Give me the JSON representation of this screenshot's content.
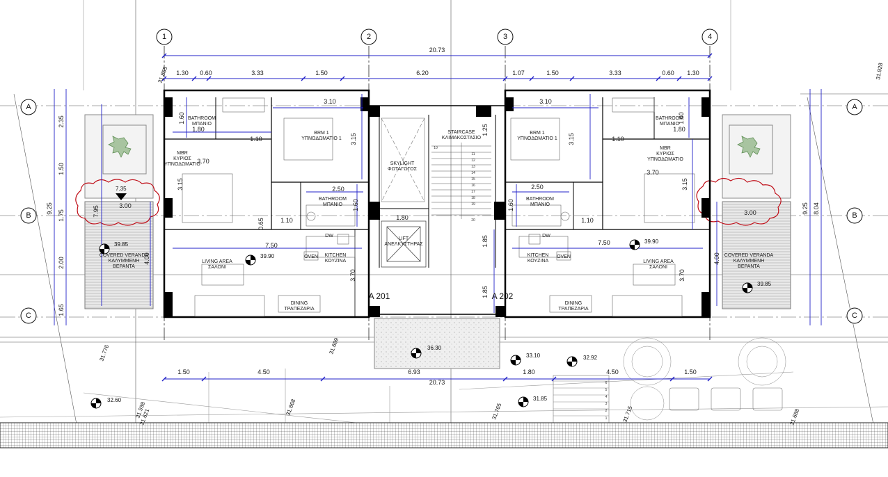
{
  "grid": {
    "columns": [
      "1",
      "2",
      "3",
      "4"
    ],
    "rows": [
      "A",
      "B",
      "C"
    ]
  },
  "units": {
    "left": "A 201",
    "right": "A 202"
  },
  "dimensions": {
    "overall_top": "20.73",
    "overall_bottom": "20.73",
    "top_left": [
      "1.30",
      "0.60",
      "3.33",
      "1.50",
      "6.20"
    ],
    "top_right": [
      "1.07",
      "1.50",
      "3.33",
      "0.60",
      "1.30"
    ],
    "bottom": [
      "1.50",
      "4.50",
      "6.93",
      "1.80",
      "4.50",
      "1.50"
    ],
    "left_outer": [
      "2.35",
      "1.50",
      "1.75",
      "2.00",
      "1.65"
    ],
    "left_total": "9.25",
    "right_outer": [
      "8.04",
      "9.25"
    ],
    "left_unit_rooms": {
      "bath_w": "1.80",
      "bath_h": "1.60",
      "mbr_w": "3.70",
      "mbr_x": "1.10",
      "mbr_h": "3.15",
      "brm_w": "3.10",
      "brm_h": "3.15",
      "bath2_w": "2.50",
      "bath2_h": "1.60",
      "bath2_x": "1.10",
      "living_w": "7.50",
      "living_h": "4.00",
      "kit_h": "3.70",
      "ver_w": "3.00",
      "ver_h": "7.95",
      "c065": "0.65",
      "lift_w": "1.80",
      "lift_h": "1.85",
      "lift_h2": "1.85"
    },
    "right_unit_rooms": {
      "bath_w": "1.80",
      "bath_h": "1.60",
      "mbr_w": "3.70",
      "mbr_x": "1.10",
      "mbr_h": "3.15",
      "brm_w": "3.10",
      "brm_h": "3.15",
      "bath2_w": "2.50",
      "bath2_h": "1.60",
      "bath2_x": "1.10",
      "living_w": "7.50",
      "living_h": "4.00",
      "kit_h": "3.70",
      "ver_w": "3.00",
      "stair_h": "1.25"
    }
  },
  "rooms": {
    "bathroom": [
      "BATHROOM",
      "ΜΠΑΝΙΟ"
    ],
    "mbr": [
      "MBR",
      "ΚΥΡΙΟΣ",
      "ΥΠΝΟΔΩΜΑΤΙΟ"
    ],
    "brm1": [
      "BRM 1",
      "ΥΠΝΟΔΩΜΑΤΙΟ 1"
    ],
    "bathroom2": [
      "BATHROOM",
      "ΜΠΑΝΙΟ"
    ],
    "living": [
      "LIVING AREA",
      "ΣΑΛΟΝΙ"
    ],
    "kitchen": [
      "KITCHEN",
      "ΚΟΥΖΙΝΑ"
    ],
    "dining": [
      "DINING",
      "ΤΡΑΠΕΖΑΡΙΑ"
    ],
    "veranda": [
      "COVERED VERANDA",
      "ΚΑΛΥΜΜΕΝΗ",
      "ΒΕΡΑΝΤΑ"
    ],
    "skylight": [
      "SKYLIGHT",
      "ΦΩΤΑΓΩΓΟΣ"
    ],
    "staircase": [
      "STAIRCASE",
      "ΚΛΙΜΑΚΟΣΤΑΣΙΟ"
    ],
    "lift": [
      "LIFT",
      "ΑΝΕΛΚΥΣΤΗΡΑΣ"
    ],
    "dw": "DW",
    "oven": "OVEN"
  },
  "levels": {
    "ver_left": "39.85",
    "living_left": "39.90",
    "living_right": "39.90",
    "ver_right": "39.85",
    "front": "36.30",
    "ramp1": "33.10",
    "ramp2": "32.92",
    "ramp3": "31.85",
    "street": "32.60",
    "tree": "7.35"
  },
  "contours": [
    "31.855",
    "31.938",
    "31.776",
    "31.689",
    "31.621",
    "31.868",
    "31.765",
    "31.715",
    "31.688",
    "31.928"
  ],
  "stairs": [
    "10",
    "11",
    "12",
    "13",
    "14",
    "15",
    "16",
    "17",
    "18",
    "19",
    "20"
  ],
  "ramp_steps": [
    "6",
    "5",
    "4",
    "3",
    "2",
    "1"
  ],
  "colors": {
    "dimension": "#2121c8",
    "wall": "#000000",
    "veranda": "#e6e6e6",
    "planting": "#5f8f55",
    "cloud": "#c0101a"
  }
}
